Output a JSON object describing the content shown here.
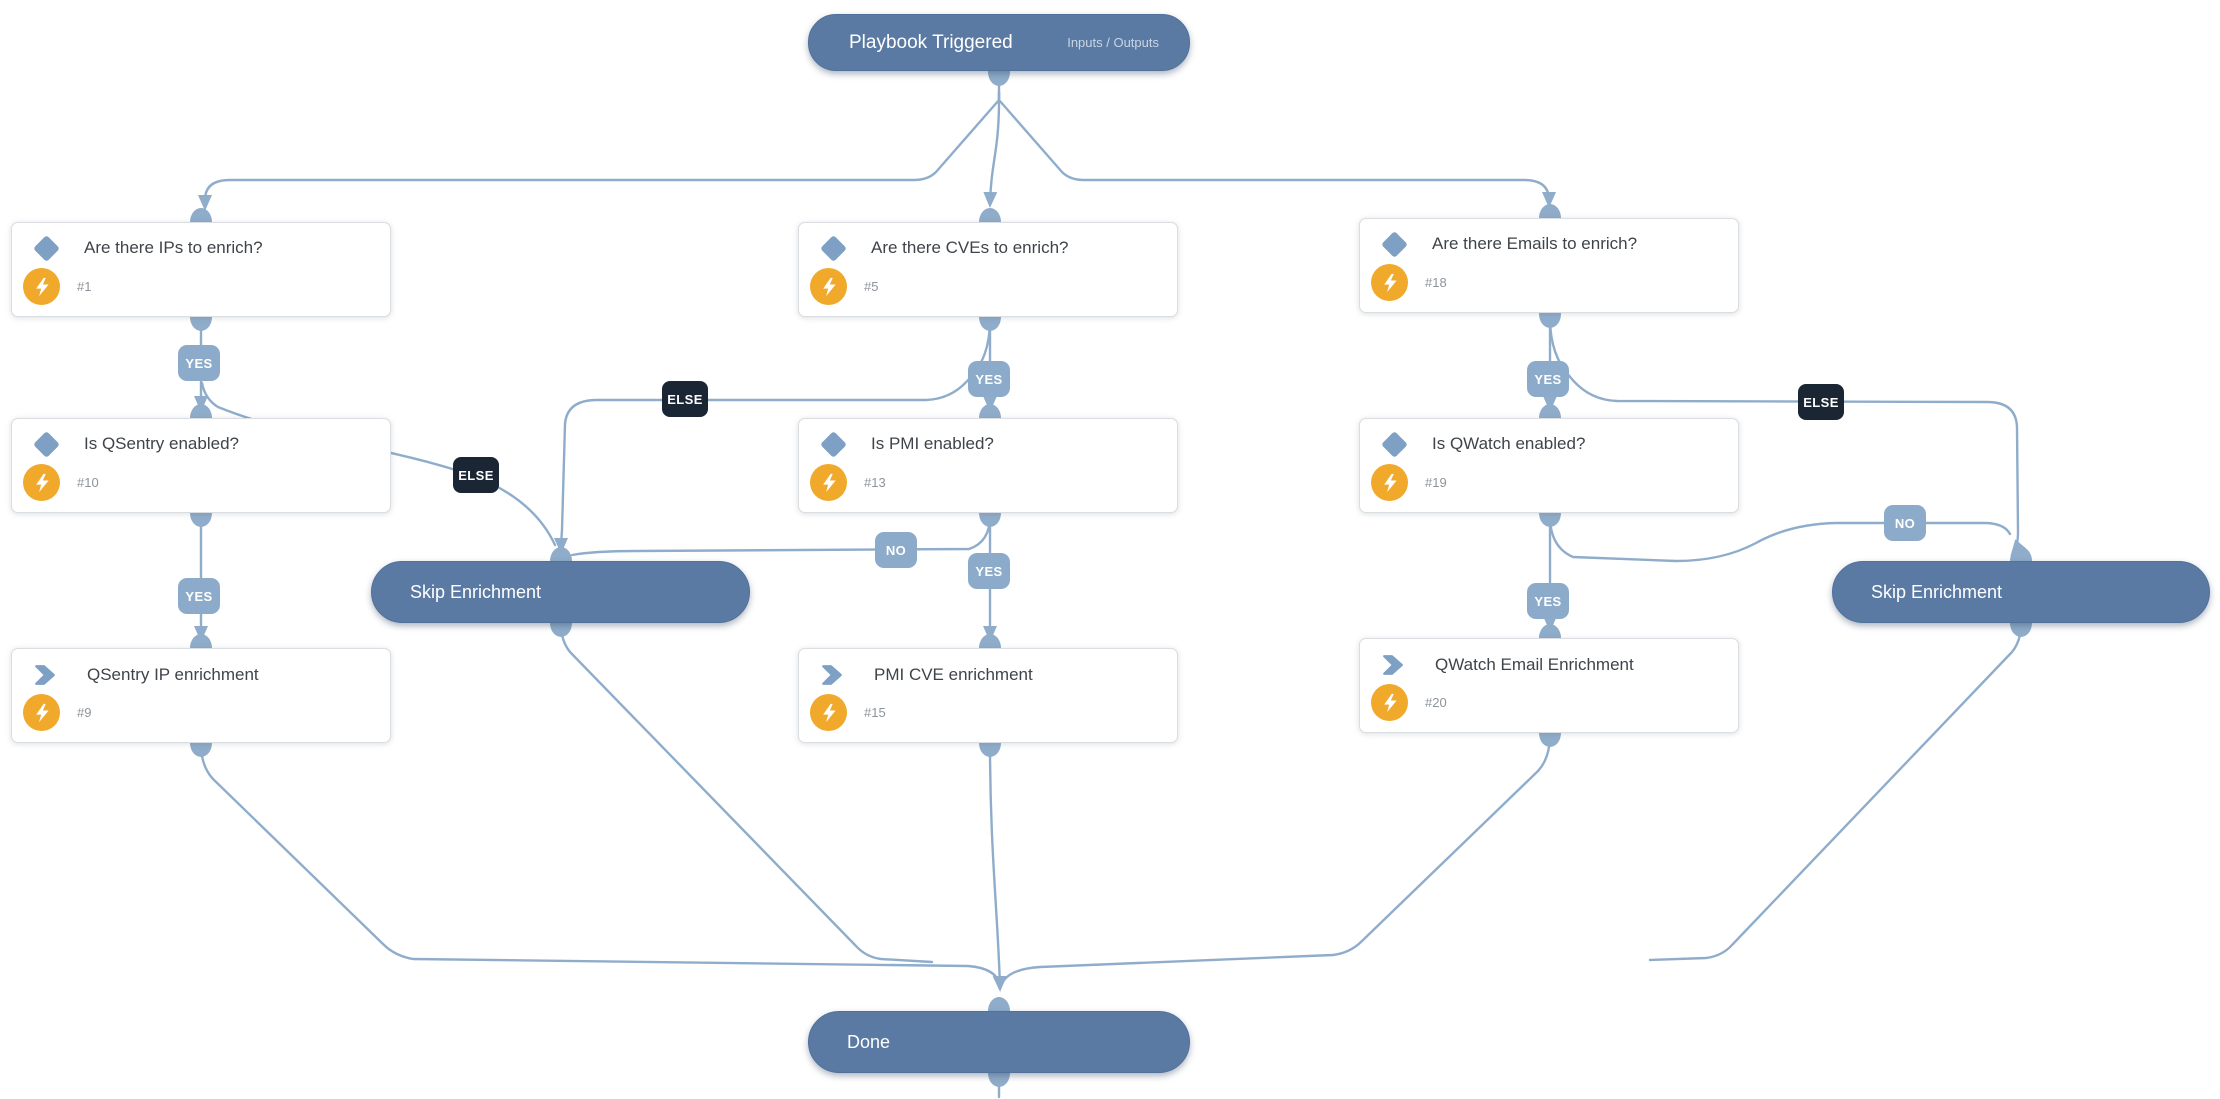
{
  "labels": {
    "yes": "YES",
    "no": "NO",
    "else": "ELSE"
  },
  "trigger": {
    "title": "Playbook Triggered",
    "io_link": "Inputs / Outputs"
  },
  "tasks": [
    {
      "title": "Are there IPs to enrich?",
      "num": "#1",
      "kind": "condition"
    },
    {
      "title": "Is QSentry enabled?",
      "num": "#10",
      "kind": "condition"
    },
    {
      "title": "QSentry IP enrichment",
      "num": "#9",
      "kind": "playbook"
    },
    {
      "title": "Are there CVEs to enrich?",
      "num": "#5",
      "kind": "condition"
    },
    {
      "title": "Is PMI enabled?",
      "num": "#13",
      "kind": "condition"
    },
    {
      "title": "PMI CVE enrichment",
      "num": "#15",
      "kind": "playbook"
    },
    {
      "title": "Are there Emails to enrich?",
      "num": "#18",
      "kind": "condition"
    },
    {
      "title": "Is QWatch enabled?",
      "num": "#19",
      "kind": "condition"
    },
    {
      "title": "QWatch Email Enrichment",
      "num": "#20",
      "kind": "playbook"
    }
  ],
  "terminals": {
    "skip_left": "Skip Enrichment",
    "skip_right": "Skip Enrichment",
    "done": "Done"
  },
  "colors": {
    "edge": "#8fadcb",
    "connector": "#8fadca",
    "tag": "#8cabca",
    "else_tag": "#1b2634",
    "node_pill": "#5a7aa3",
    "automation_icon": "#f0a92a",
    "condition_icon": "#7ea0c4"
  }
}
